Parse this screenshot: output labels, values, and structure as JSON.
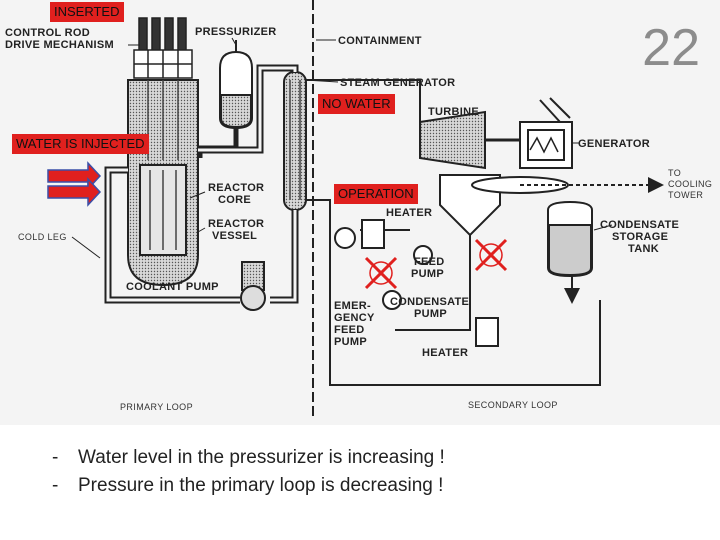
{
  "slide_number": "22",
  "overlays": {
    "inserted": "INSERTED",
    "no_water": "NO WATER",
    "water_injected": "WATER IS INJECTED",
    "operation": "OPERATION"
  },
  "labels": {
    "control_rod_1": "CONTROL ROD",
    "control_rod_2": "DRIVE MECHANISM",
    "pressurizer": "PRESSURIZER",
    "containment": "CONTAINMENT",
    "steam_generator": "STEAM GENERATOR",
    "turbine": "TURBINE",
    "generator": "GENERATOR",
    "cooling_1": "TO",
    "cooling_2": "COOLING",
    "cooling_3": "TOWER",
    "reactor_core_1": "REACTOR",
    "reactor_core_2": "CORE",
    "reactor_vessel_1": "REACTOR",
    "reactor_vessel_2": "VESSEL",
    "heater_top": "HEATER",
    "condensate_tank_1": "CONDENSATE",
    "condensate_tank_2": "STORAGE",
    "condensate_tank_3": "TANK",
    "cold_leg": "COLD LEG",
    "feed_pump_1": "FEED",
    "feed_pump_2": "PUMP",
    "coolant_pump": "COOLANT PUMP",
    "emergency_1": "EMER-",
    "emergency_2": "GENCY",
    "emergency_3": "FEED",
    "emergency_4": "PUMP",
    "condensate_pump_1": "CONDENSATE",
    "condensate_pump_2": "PUMP",
    "heater_bottom": "HEATER",
    "primary_loop": "PRIMARY LOOP",
    "secondary_loop": "SECONDARY LOOP"
  },
  "bullets": [
    {
      "dash": "-",
      "text": "Water level in the pressurizer is increasing !"
    },
    {
      "dash": "-",
      "text": "Pressure in the primary loop is decreasing !"
    }
  ],
  "colors": {
    "overlay_red": "#e0201e",
    "arrow_red": "#e0201e",
    "arrow_blue": "#3a4fa8",
    "slide_number": "#8c8c8c"
  }
}
